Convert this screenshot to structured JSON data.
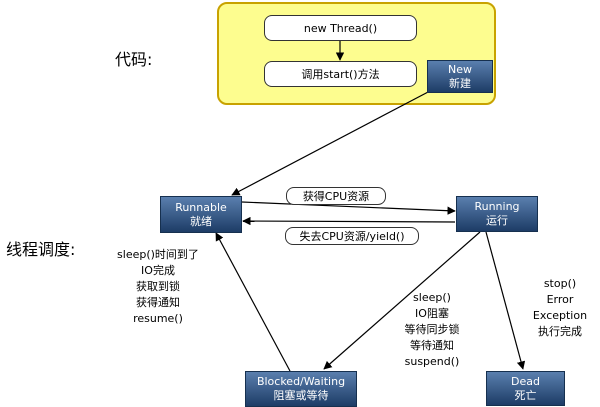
{
  "labels": {
    "code": "代码:",
    "scheduling": "线程调度:"
  },
  "code_steps": {
    "step1": "new Thread()",
    "step2": "调用start()方法"
  },
  "states": {
    "new": {
      "en": "New",
      "zh": "新建"
    },
    "runnable": {
      "en": "Runnable",
      "zh": "就绪"
    },
    "running": {
      "en": "Running",
      "zh": "运行"
    },
    "blocked": {
      "en": "Blocked/Waiting",
      "zh": "阻塞或等待"
    },
    "dead": {
      "en": "Dead",
      "zh": "死亡"
    }
  },
  "transitions": {
    "get_cpu": "获得CPU资源",
    "lose_cpu": "失去CPU资源/yield()"
  },
  "notes": {
    "blocked_to_runnable": [
      "sleep()时间到了",
      "IO完成",
      "获取到锁",
      "获得通知",
      "resume()"
    ],
    "running_to_blocked": [
      "sleep()",
      "IO阻塞",
      "等待同步锁",
      "等待通知",
      "suspend()"
    ],
    "running_to_dead": [
      "stop()",
      "Error",
      "Exception",
      "执行完成"
    ]
  },
  "colors": {
    "panel_fill": "#fdfd8f",
    "panel_border": "#c8a200",
    "state_top": "#5a7fae",
    "state_bottom": "#1d3c66"
  }
}
